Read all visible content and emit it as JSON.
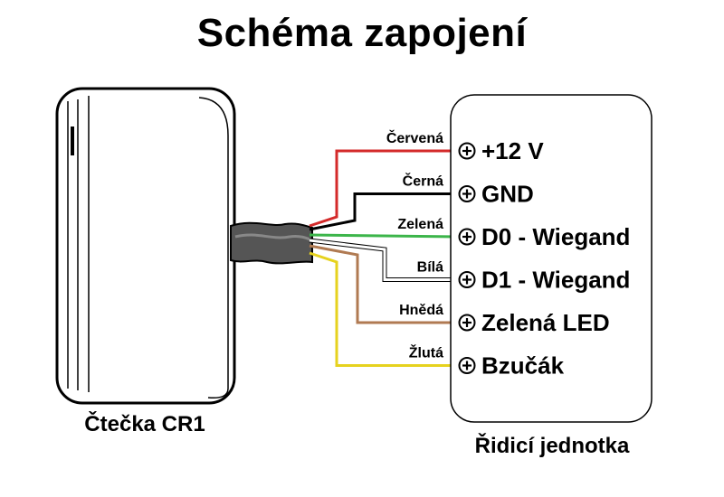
{
  "title": "Schéma zapojení",
  "reader": {
    "label": "Čtečka CR1"
  },
  "control_unit": {
    "label": "Řidicí jednotka"
  },
  "connections": [
    {
      "wire_label": "Červená",
      "terminal_label": "+12 V",
      "color": "#d42a2a"
    },
    {
      "wire_label": "Černá",
      "terminal_label": "GND",
      "color": "#000000"
    },
    {
      "wire_label": "Zelená",
      "terminal_label": "D0 - Wiegand",
      "color": "#3cb54a"
    },
    {
      "wire_label": "Bílá",
      "terminal_label": "D1 - Wiegand",
      "color": "#ffffff"
    },
    {
      "wire_label": "Hnědá",
      "terminal_label": "Zelená LED",
      "color": "#b07a52"
    },
    {
      "wire_label": "Žlutá",
      "terminal_label": "Bzučák",
      "color": "#e6d21e"
    }
  ]
}
